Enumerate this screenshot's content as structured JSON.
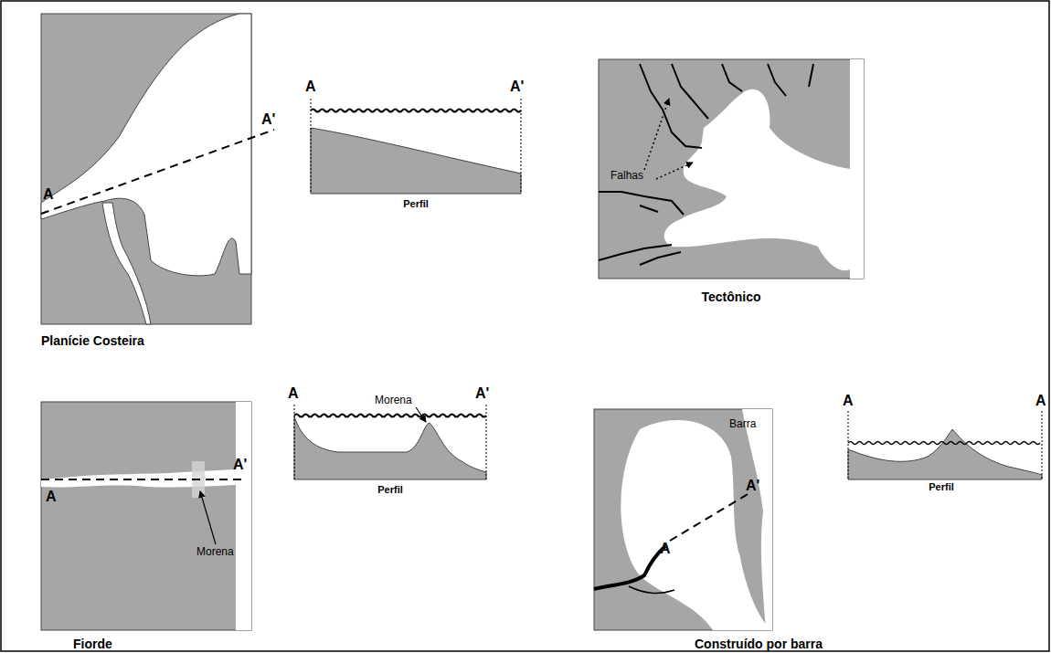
{
  "diagram": {
    "labels": [
      "A'",
      "A",
      "A",
      "A'",
      "Perfil",
      "Planície Costeira",
      "Falhas",
      "Tectônico",
      "A",
      "A'",
      "Morena",
      "A",
      "A'",
      "Morena",
      "Perfil",
      "Fiorde",
      "Barra",
      "A'",
      "A",
      "A",
      "A",
      "Perfil",
      "Construído por barra"
    ]
  }
}
